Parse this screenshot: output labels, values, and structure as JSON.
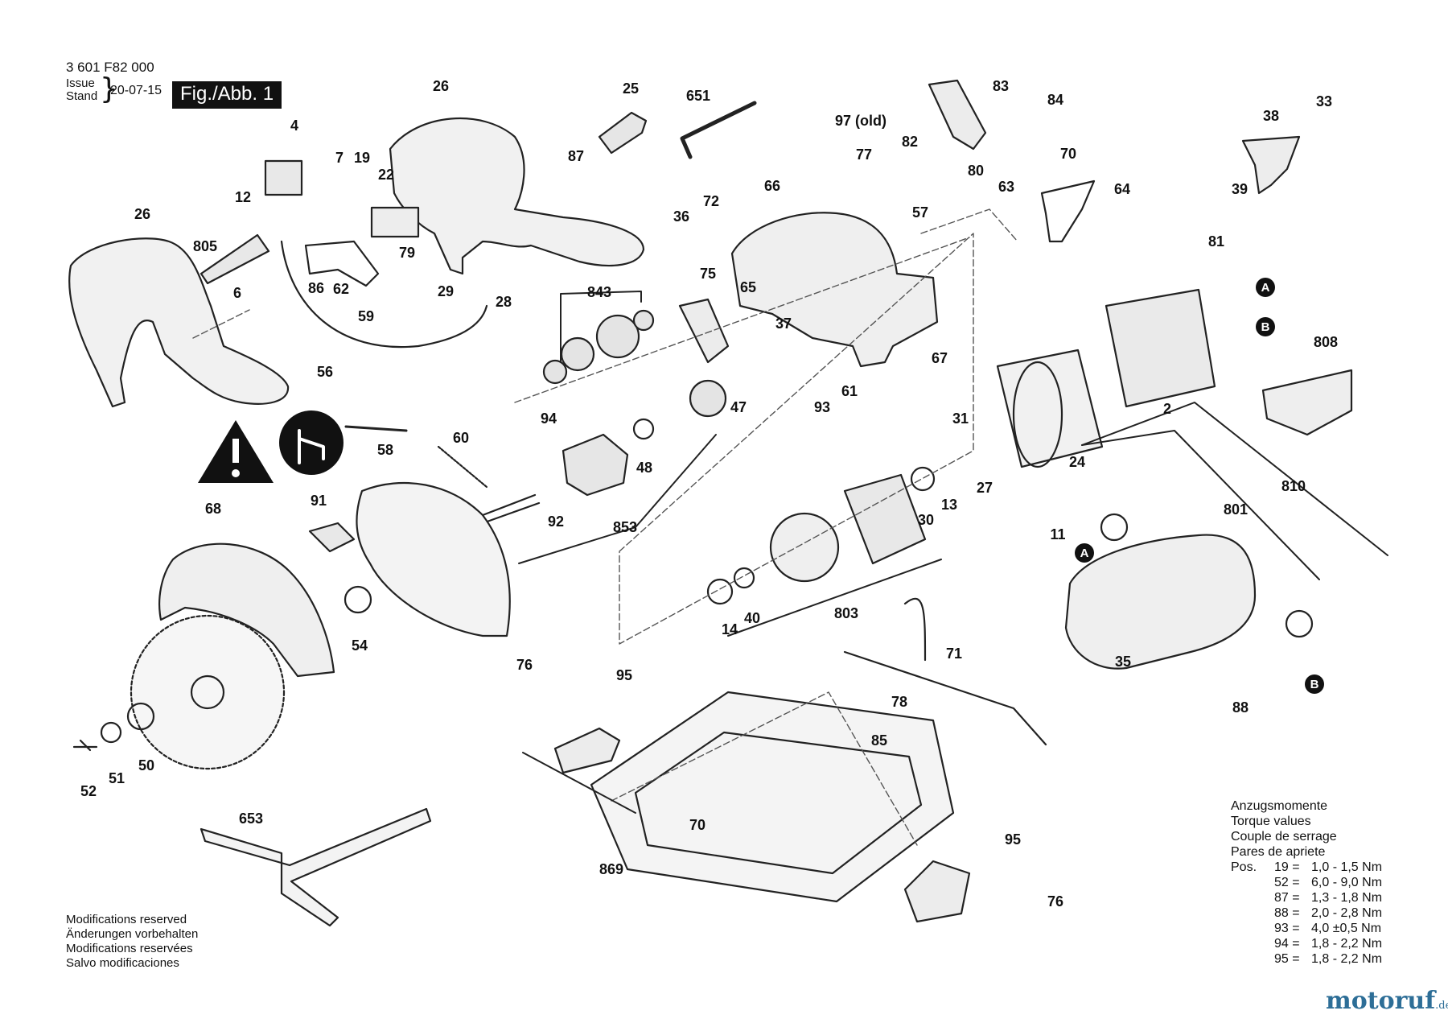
{
  "header": {
    "doc_number": "3 601 F82 000",
    "issue_label": "Issue",
    "stand_label": "Stand",
    "issue_date": "20-07-15",
    "fig_label": "Fig./Abb. 1"
  },
  "modifications": [
    "Modifications reserved",
    "Änderungen vorbehalten",
    "Modifications reservées",
    "Salvo modificaciones"
  ],
  "torque": {
    "titles": [
      "Anzugsmomente",
      "Torque values",
      "Couple de serrage",
      "Pares de apriete"
    ],
    "pos_label": "Pos.",
    "rows": [
      {
        "pos": "19",
        "value": "1,0 - 1,5 Nm"
      },
      {
        "pos": "52",
        "value": "6,0 - 9,0 Nm"
      },
      {
        "pos": "87",
        "value": "1,3 - 1,8 Nm"
      },
      {
        "pos": "88",
        "value": "2,0 - 2,8 Nm"
      },
      {
        "pos": "93",
        "value": "4,0 ±0,5 Nm"
      },
      {
        "pos": "94",
        "value": "1,8 - 2,2 Nm"
      },
      {
        "pos": "95",
        "value": "1,8 - 2,2 Nm"
      }
    ]
  },
  "part_labels": [
    "26",
    "25",
    "651",
    "97 (old)",
    "83",
    "84",
    "4",
    "7",
    "19",
    "22",
    "87",
    "77",
    "82",
    "80",
    "70",
    "63",
    "64",
    "38",
    "33",
    "39",
    "26",
    "12",
    "805",
    "6",
    "86",
    "62",
    "29",
    "28",
    "59",
    "56",
    "79",
    "36",
    "72",
    "66",
    "57",
    "843",
    "75",
    "65",
    "37",
    "81",
    "808",
    "67",
    "61",
    "93",
    "2",
    "94",
    "47",
    "48",
    "60",
    "58",
    "31",
    "27",
    "24",
    "92",
    "853",
    "91",
    "68",
    "54",
    "30",
    "13",
    "11",
    "810",
    "801",
    "14",
    "40",
    "803",
    "35",
    "88",
    "78",
    "76",
    "95",
    "71",
    "85",
    "52",
    "51",
    "50",
    "653",
    "70",
    "869",
    "95",
    "76"
  ],
  "connectors": [
    "A",
    "A",
    "B",
    "B"
  ],
  "brand": {
    "name": "motoruf",
    "tld": ".de"
  }
}
